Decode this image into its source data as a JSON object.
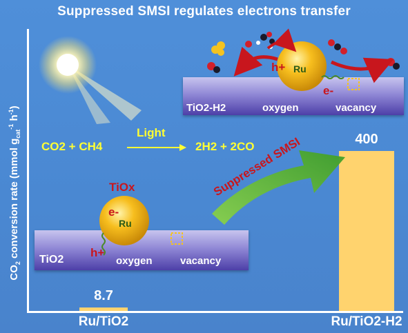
{
  "title": "Suppressed SMSI regulates electrons transfer",
  "ylabel": {
    "prefix": "CO",
    "sub1": "2",
    "mid": " conversion rate (mmol g",
    "sub2": "cat",
    "sup1": "-1",
    "mid2": " h",
    "sup2": "-1",
    "end": ")"
  },
  "reaction": {
    "left": "CO2 + CH4",
    "arrow_label": "Light",
    "right": "2H2 + 2CO"
  },
  "arrow_label": "Suppressed SMSI",
  "scheme_left": {
    "support": "TiO2",
    "overlayer": "TiOx",
    "metal": "Ru",
    "electron": "e-",
    "hole": "h+",
    "oxygen": "oxygen",
    "vacancy": "vacancy"
  },
  "scheme_right": {
    "support": "TiO2-H2",
    "metal": "Ru",
    "electron": "e-",
    "hole": "h+",
    "oxygen": "oxygen",
    "vacancy": "vacancy"
  },
  "colors": {
    "background": "#4a88d2",
    "bar": "#ffd36e",
    "equation": "#ffff33",
    "accent_red": "#c8161d",
    "arrow_green": "#6fbf2e"
  },
  "chart_data": {
    "type": "bar",
    "categories": [
      "Ru/TiO2",
      "Ru/TiO2-H2"
    ],
    "values": [
      8.7,
      400
    ],
    "value_labels": [
      "8.7",
      "400"
    ],
    "title": "Suppressed SMSI regulates electrons transfer",
    "ylabel": "CO2 conversion rate (mmol gcat-1 h-1)",
    "xlabel": "",
    "ylim": [
      0,
      400
    ],
    "grid": false,
    "legend": "none"
  }
}
